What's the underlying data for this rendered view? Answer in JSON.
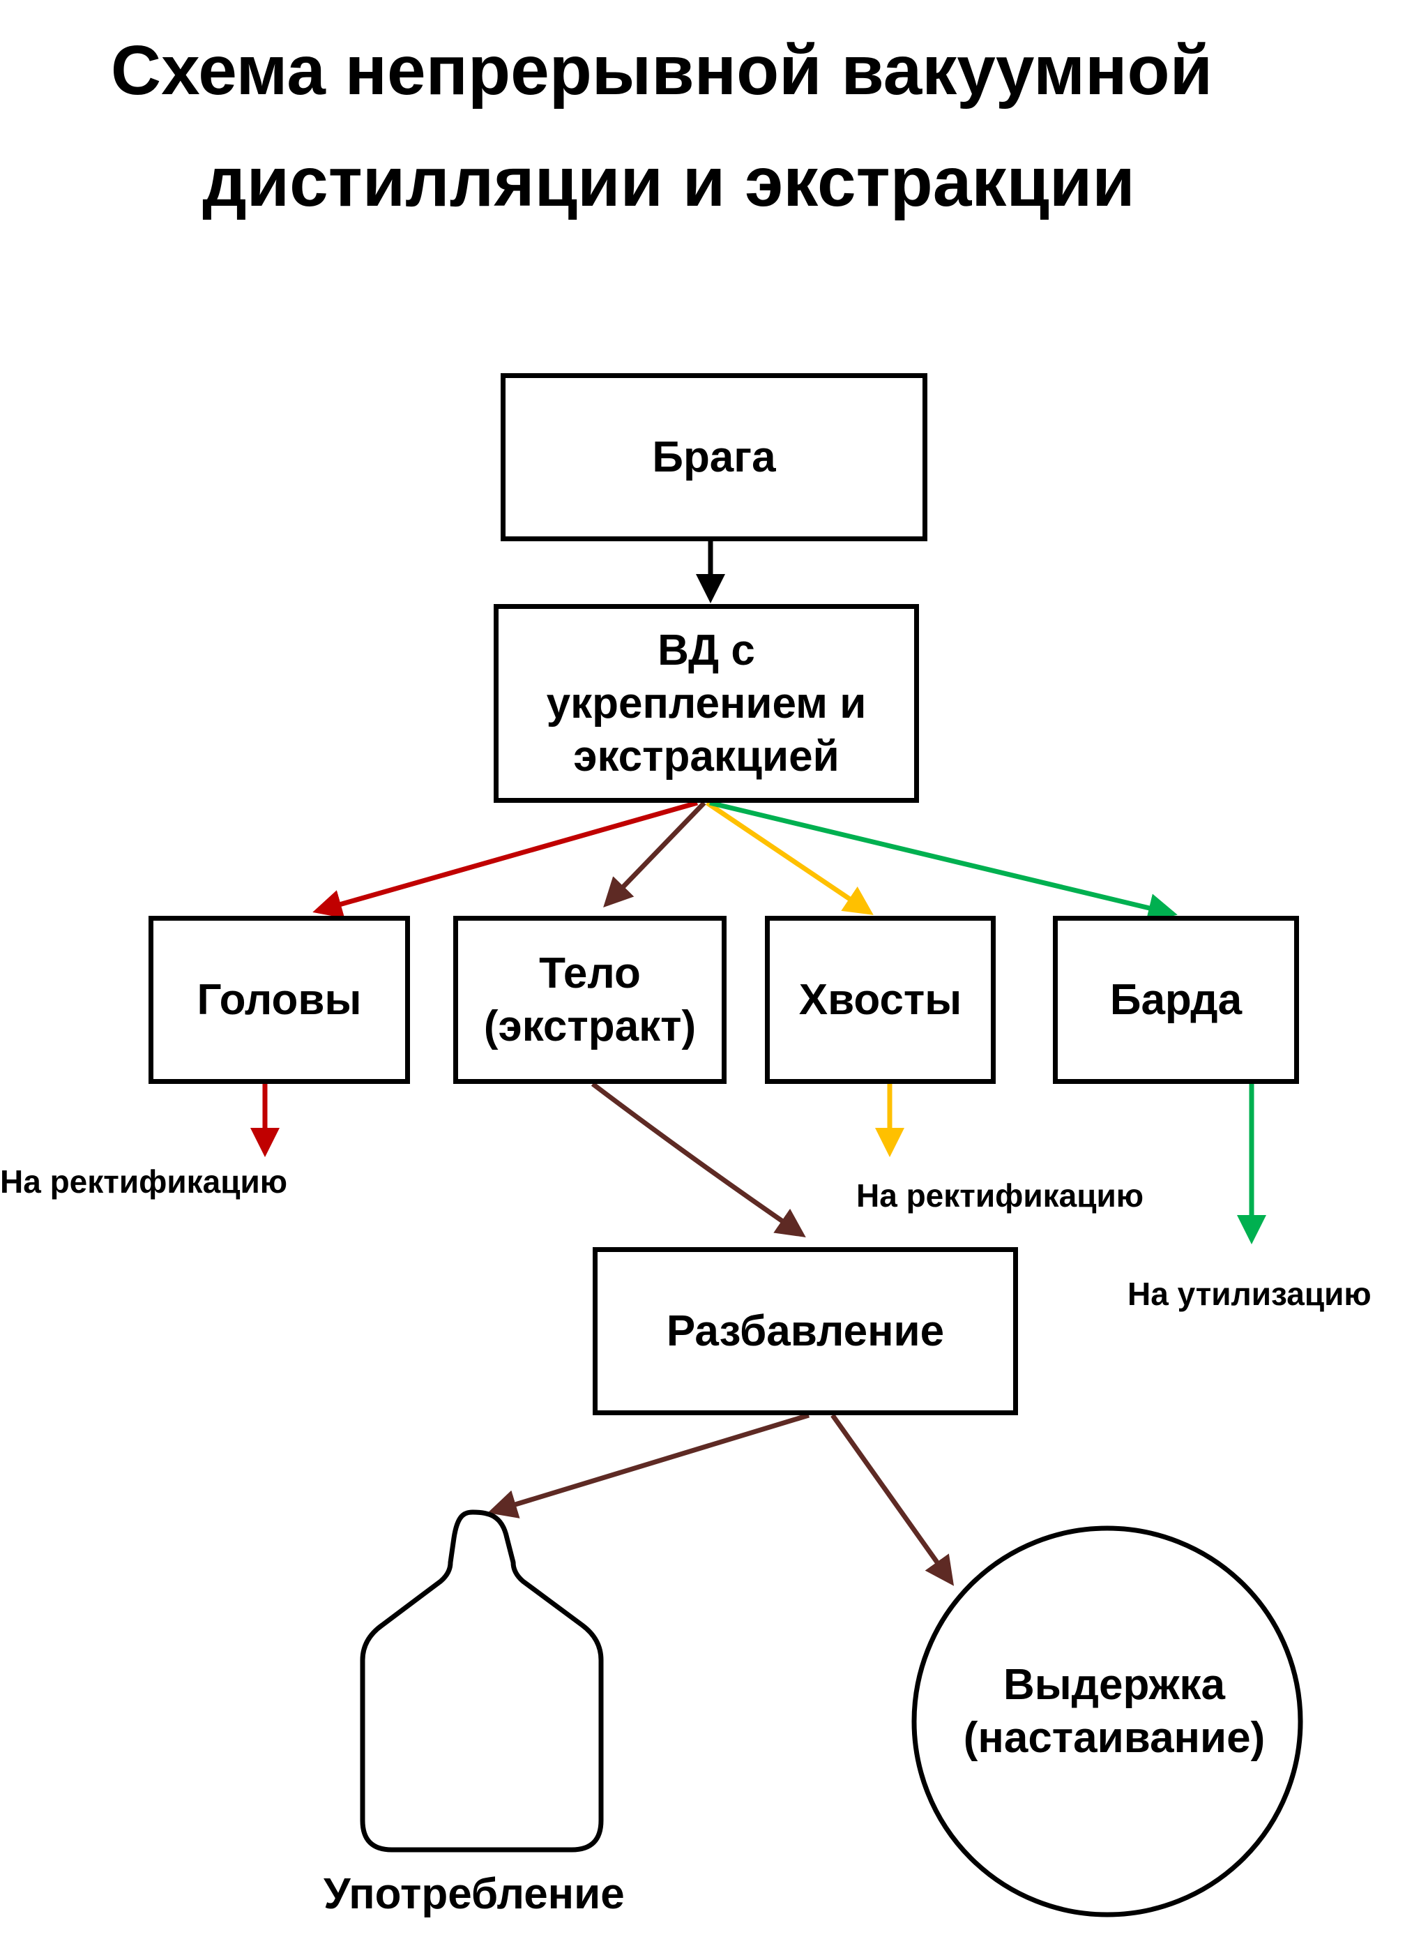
{
  "title": {
    "line1": "Схема непрерывной вакуумной",
    "line2": "дистилляции и экстракции"
  },
  "nodes": {
    "braga": "Брага",
    "vd": {
      "line1": "ВД с",
      "line2": "укреплением и",
      "line3": "экстракцией"
    },
    "golovy": "Головы",
    "telo": {
      "line1": "Тело",
      "line2": "(экстракт)"
    },
    "hvosty": "Хвосты",
    "barda": "Барда",
    "razbavlenie": "Разбавление",
    "upotreblenie": "Употребление",
    "vyderzhka": {
      "line1": "Выдержка",
      "line2": "(настаивание)"
    }
  },
  "notes": {
    "golovy": "На ректификацию",
    "hvosty": "На ректификацию",
    "barda": "На утилизацию"
  },
  "colors": {
    "black": "#000000",
    "red": "#c00000",
    "brown": "#5e2a24",
    "yellow": "#ffc000",
    "green": "#00b050"
  }
}
